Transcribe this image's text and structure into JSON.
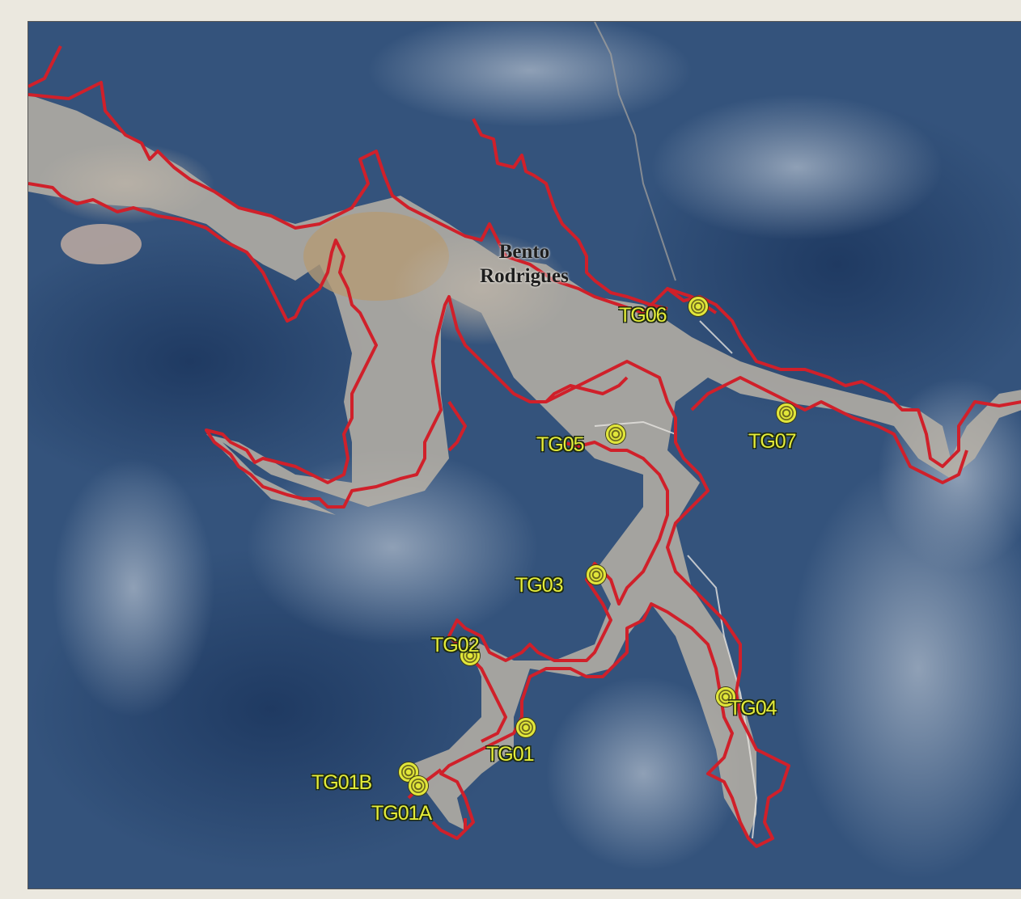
{
  "map": {
    "place_label": {
      "line1": "Bento",
      "line2": "Rodrigues"
    },
    "markers": [
      {
        "label": "TG06"
      },
      {
        "label": "TG05"
      },
      {
        "label": "TG07"
      },
      {
        "label": "TG03"
      },
      {
        "label": "TG02"
      },
      {
        "label": "TG04"
      },
      {
        "label": "TG01"
      },
      {
        "label": "TG01B"
      },
      {
        "label": "TG01A"
      }
    ],
    "colors": {
      "boundary": "#d0202a",
      "marker": "#e1e63a",
      "forest": "#2f4f78",
      "mudflow": "#b9b1a6"
    }
  }
}
